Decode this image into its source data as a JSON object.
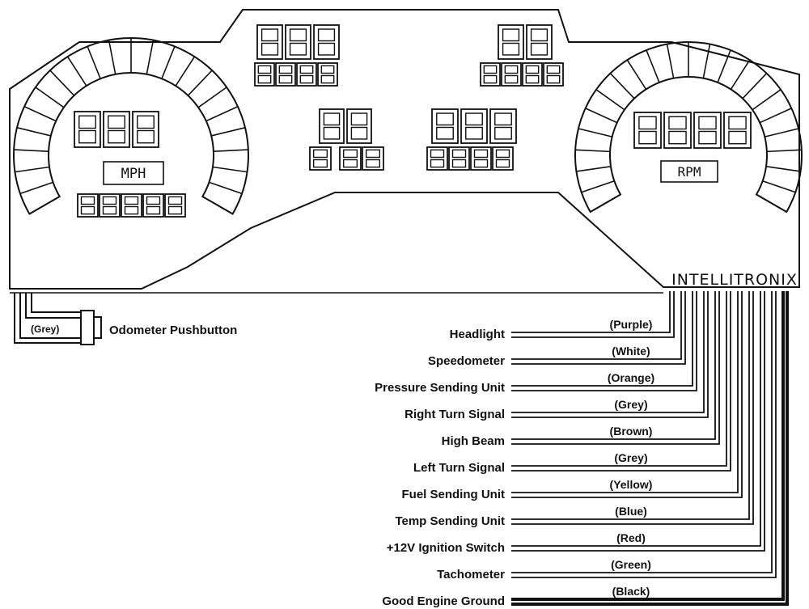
{
  "brand": "INTELLITRONIX",
  "speedometer_unit": "MPH",
  "tachometer_unit": "RPM",
  "odometer": {
    "label": "Odometer Pushbutton",
    "wire_color": "(Grey)"
  },
  "wires": [
    {
      "label": "Headlight",
      "color": "(Purple)"
    },
    {
      "label": "Speedometer",
      "color": "(White)"
    },
    {
      "label": "Pressure Sending Unit",
      "color": "(Orange)"
    },
    {
      "label": "Right Turn Signal",
      "color": "(Grey)"
    },
    {
      "label": "High Beam",
      "color": "(Brown)"
    },
    {
      "label": "Left Turn Signal",
      "color": "(Grey)"
    },
    {
      "label": "Fuel Sending Unit",
      "color": "(Yellow)"
    },
    {
      "label": "Temp Sending Unit",
      "color": "(Blue)"
    },
    {
      "label": "+12V Ignition Switch",
      "color": "(Red)"
    },
    {
      "label": "Tachometer",
      "color": "(Green)"
    },
    {
      "label": "Good Engine Ground",
      "color": "(Black)"
    }
  ]
}
